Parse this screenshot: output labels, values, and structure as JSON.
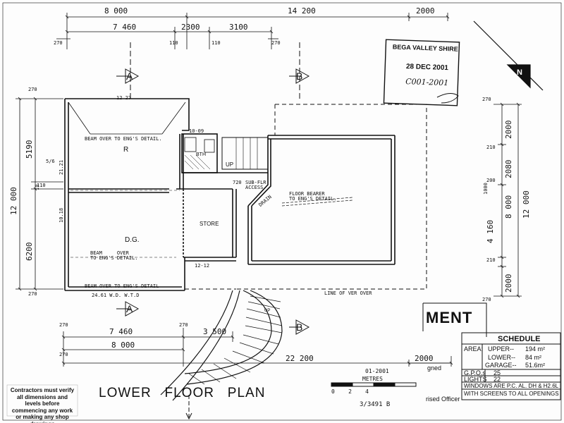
{
  "title": "LOWER   FLOOR   PLAN",
  "stamp": {
    "line1": "BEGA VALLEY SHIRE",
    "date": "28 DEC 2001",
    "ref": "C001-2001"
  },
  "top_dims": {
    "d1": "8 000",
    "d2": "14 200",
    "d3": "2000",
    "d4": "7 460",
    "d5": "2300",
    "d6": "3100",
    "s1": "270",
    "s2": "110",
    "s3": "110",
    "s4": "270"
  },
  "bottom_dims": {
    "d1": "7 460",
    "d2": "3 500",
    "d3": "8 000",
    "d4": "22 200",
    "d5": "2000",
    "s1": "270",
    "s2": "270",
    "s3": "270"
  },
  "left_dims": {
    "d1": "12 000",
    "d2": "5190",
    "d3": "6200",
    "s1": "270",
    "s2": "110",
    "s3": "270",
    "s4": "5/6"
  },
  "right_dims": {
    "d1": "12 000",
    "d2": "2000",
    "d3": "2080",
    "d4": "8 000",
    "d5": "4 160",
    "d6": "2000",
    "s1": "270",
    "s2": "210",
    "s3": "200",
    "s4": "210",
    "s5": "270"
  },
  "markers": {
    "a_top": "A",
    "b_top": "B",
    "a_bottom": "A",
    "b_bottom": "B",
    "north": "N"
  },
  "rooms": {
    "r": "R",
    "dg": "D.G.",
    "store": "STORE",
    "bath": "BTH",
    "up": "UP",
    "up2": "UP",
    "drain": "DRAIN"
  },
  "annotations": {
    "width_top": "12 27",
    "beam_top": "BEAM  OVER TO ENG'S DETAIL.",
    "beam_dg": "BEAM     OVER\nTO ENG'S DETAIL.",
    "beam_bottom": "BEAM  OVER  TO  ENG'S  DETAIL",
    "floor_bearer": "FLOOR BEARER\nTO ENG'S DETAIL.",
    "subfloor": "SUB-FLR\nACCESS",
    "line_of_ver": "LINE     OF     VER     OVER",
    "code_1009": "10-09",
    "code_1212": "12-12",
    "code_1018": "10.18",
    "code_2121": "21.21",
    "code_720": "720",
    "code_2461": "24.61 W.D. W.T.D",
    "mid_1000": "1000",
    "mid_10": "10"
  },
  "scale": {
    "date": "01-2001",
    "label": "METRES",
    "ticks": "0    2    4",
    "ref": "3/3491 B"
  },
  "notes": {
    "contractor": "Contractors must verify all dimensions and levels before commencing any work or making any shop drawings"
  },
  "approval": {
    "partial_title": "MENT",
    "signed": "gned",
    "officer": "rised Officer"
  },
  "schedule": {
    "title": "SCHEDULE",
    "area_label": "AREA:",
    "upper_label": "UPPER--",
    "upper_value": "194 m²",
    "lower_label": "LOWER--",
    "lower_value": "84 m²",
    "garage_label": "GARAGE--",
    "garage_value": "51.6m²",
    "gpo_label": "G.P.O.s",
    "gpo_value": "25",
    "lights_label": "LIGHTS",
    "lights_value": "22",
    "windows_label": "WINDOWS ARE P.C. AL. DH & H2.6L",
    "screens_label": "WITH SCREENS TO ALL OPENINGS"
  }
}
